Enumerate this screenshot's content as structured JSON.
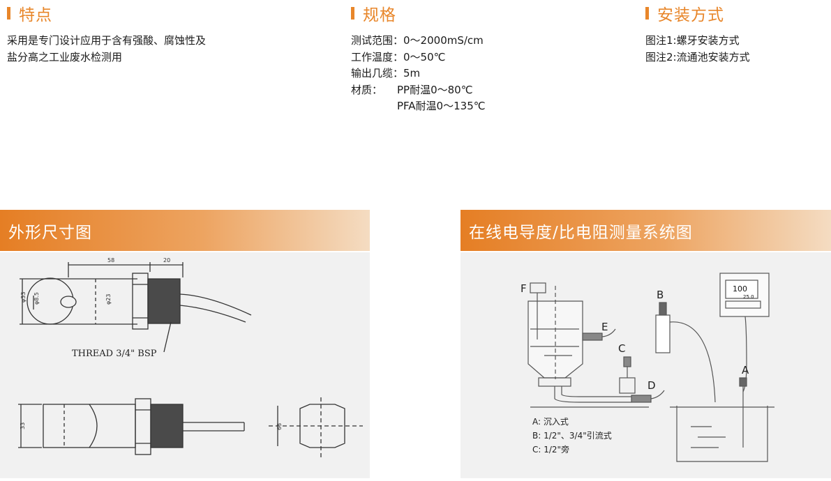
{
  "features": {
    "title": "特点",
    "lines": [
      "采用是专门设计应用于含有强酸、腐蚀性及",
      "盐分高之工业废水检测用"
    ]
  },
  "specs": {
    "title": "规格",
    "rows": [
      {
        "label": "测试范围：",
        "value": "0～2000mS/cm"
      },
      {
        "label": "工作温度：",
        "value": "0～50℃"
      },
      {
        "label": "输出几缆：",
        "value": "5m"
      },
      {
        "label": "材质：",
        "value": "PP耐温0～80℃"
      },
      {
        "label": "",
        "value": "PFA耐温0～135℃"
      }
    ]
  },
  "install": {
    "title": "安装方式",
    "lines": [
      "图注1:螺牙安装方式",
      "图注2:流通池安装方式"
    ]
  },
  "dimension": {
    "title": "外形尺寸图",
    "dim_58": "58",
    "dim_20": "20",
    "dim_33": "φ33",
    "dim_23": "φ23",
    "dim_8": "φ8.5",
    "dim_side": "33",
    "dim_end": "63",
    "thread_label": "THREAD 3/4\" BSP"
  },
  "system": {
    "title": "在线电导度/比电阻测量系统图",
    "labels": {
      "a": "A",
      "b": "B",
      "c": "C",
      "d": "D",
      "e": "E",
      "f": "F"
    },
    "display_main": "100",
    "display_sub": "25.0",
    "legend": [
      "A:  沉入式",
      "B:  1/2\"、3/4\"引流式",
      "C:  1/2\"旁"
    ]
  }
}
